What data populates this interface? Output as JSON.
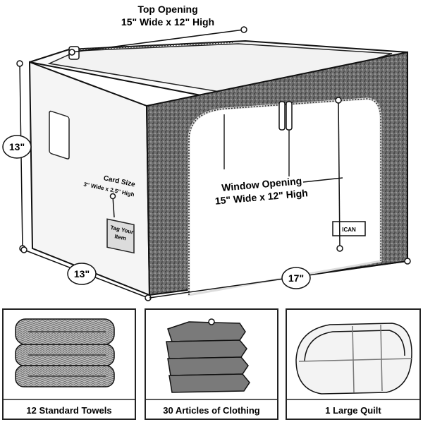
{
  "diagram": {
    "top_opening": {
      "title": "Top Opening",
      "size": "15\" Wide x 12\" High"
    },
    "height_label": "13\"",
    "depth_label": "13\"",
    "width_label": "17\"",
    "card": {
      "title": "Card Size",
      "size": "3\" Wide x 2.5\" High",
      "tag_line1": "Tag Your",
      "tag_line2": "Item"
    },
    "window_opening": {
      "title": "Window Opening",
      "size": "15\" Wide x 12\" High"
    },
    "logo_text": "ICAN"
  },
  "panels": [
    {
      "caption": "12 Standard Towels",
      "icon": "folded-towels-icon"
    },
    {
      "caption": "30 Articles of Clothing",
      "icon": "folded-clothing-icon"
    },
    {
      "caption": "1 Large Quilt",
      "icon": "quilt-icon"
    }
  ],
  "colors": {
    "fabric": "#6a6a6a",
    "ink": "#111111",
    "panel_border": "#222222"
  }
}
